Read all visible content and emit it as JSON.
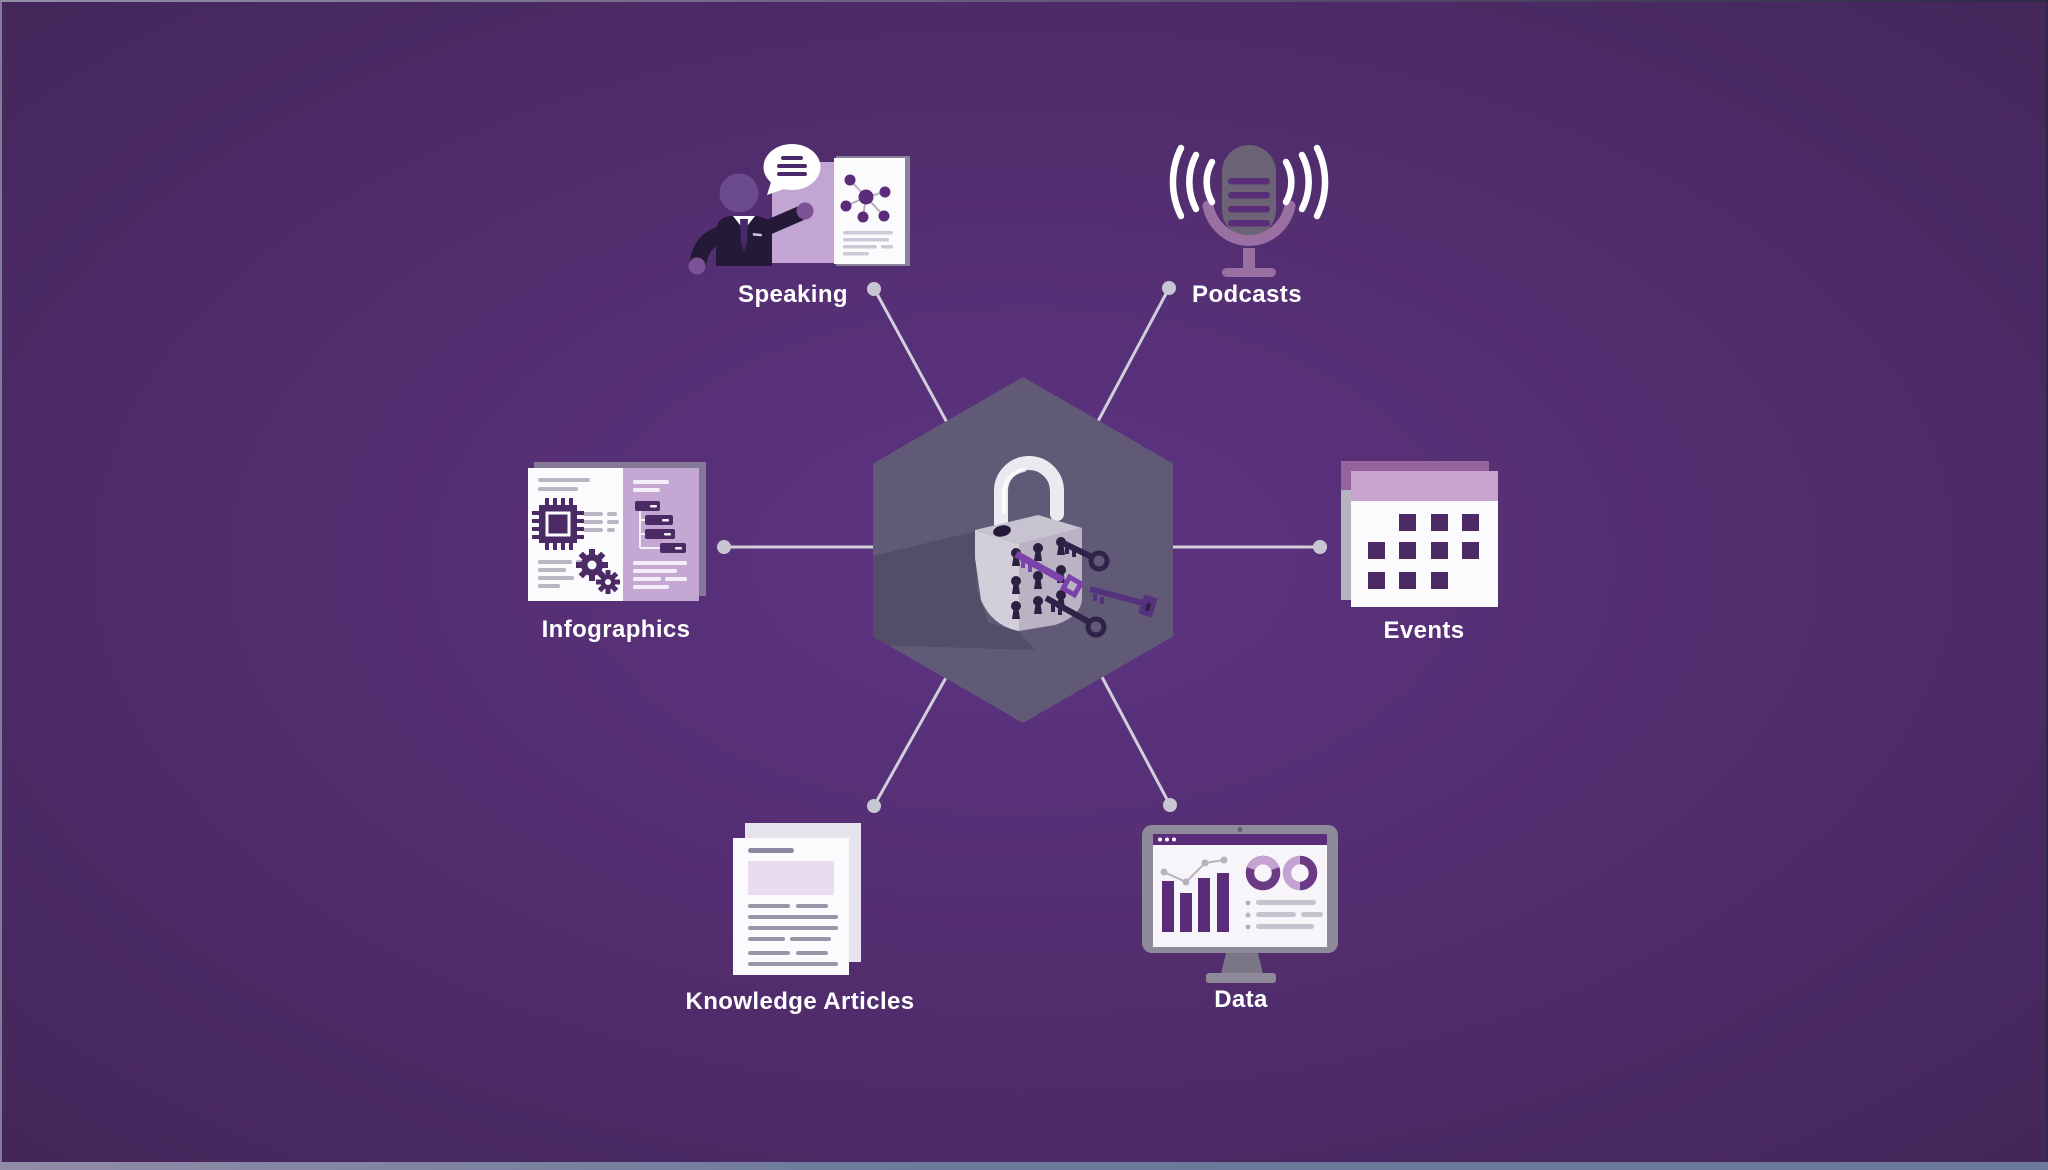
{
  "diagram": {
    "type": "hub-and-spoke",
    "center": {
      "shape": "hexagon",
      "icon": "padlock-keys-icon",
      "fill": "#615a76"
    },
    "nodes": [
      {
        "id": "speaking",
        "label": "Speaking",
        "icon": "presenter-icon",
        "position": "top-left"
      },
      {
        "id": "podcasts",
        "label": "Podcasts",
        "icon": "microphone-icon",
        "position": "top-right"
      },
      {
        "id": "infographics",
        "label": "Infographics",
        "icon": "open-brochure-icon",
        "position": "middle-left"
      },
      {
        "id": "events",
        "label": "Events",
        "icon": "calendar-icon",
        "position": "middle-right"
      },
      {
        "id": "knowledge_articles",
        "label": "Knowledge Articles",
        "icon": "article-document-icon",
        "position": "bottom-left"
      },
      {
        "id": "data",
        "label": "Data",
        "icon": "analytics-monitor-icon",
        "position": "bottom-right"
      }
    ],
    "colors": {
      "background_center": "#5e3383",
      "background_mid": "#532e70",
      "background_edge": "#432659",
      "hexagon": "#615a76",
      "hexagon_shadow": "#544d68",
      "connector": "#d2cfdc",
      "connector_dot": "#c9c6d4",
      "label_text": "#ffffff",
      "accent_dark_purple": "#4c2a66",
      "accent_mauve": "#c9a3cf",
      "accent_bright_purple": "#7d41aa",
      "panel_white": "#fbfafc",
      "panel_light_purple": "#c5a7d4",
      "monitor_gray": "#8e8a99",
      "screen_purple": "#5b2c7a",
      "bottom_bar": "#6b7a9b"
    }
  }
}
